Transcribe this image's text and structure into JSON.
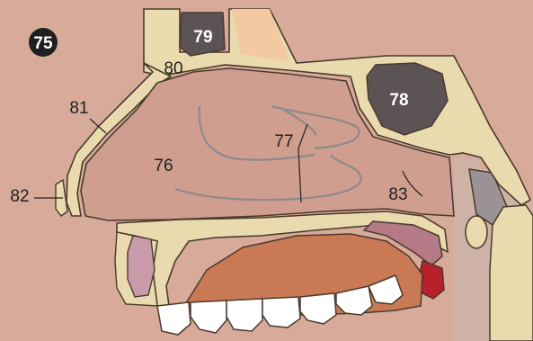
{
  "figure_number": "75",
  "labels": {
    "l76": "76",
    "l77": "77",
    "l78": "78",
    "l79": "79",
    "l80": "80",
    "l81": "81",
    "l82": "82",
    "l83": "83"
  },
  "colors": {
    "background": "#d8aa9a",
    "nasal_cavity": "#cf9e8f",
    "bone": "#e9dbae",
    "bone_outline": "#4a3a2e",
    "sinus": "#5c5354",
    "tongue": "#c97a55",
    "soft_palate": "#b47a86",
    "uvula": "#b8202a",
    "teeth": "#ffffff",
    "nasal_bone_highlight": "#f3c9a1",
    "badge": "#1f1f1f"
  }
}
